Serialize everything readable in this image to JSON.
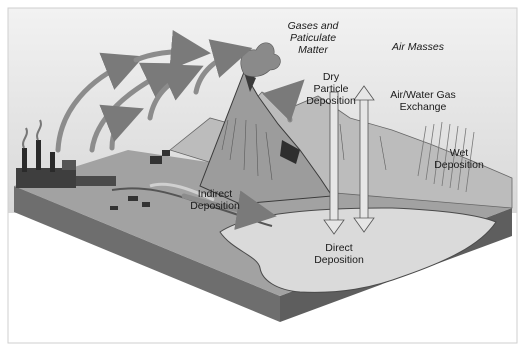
{
  "labels": {
    "gases_line1": "Gases and",
    "gases_line2": "Paticulate",
    "gases_line3": "Matter",
    "air_masses": "Air Masses",
    "dry_line1": "Dry",
    "dry_line2": "Particle",
    "dry_line3": "Deposition",
    "exchange_line1": "Air/Water Gas",
    "exchange_line2": "Exchange",
    "wet_line1": "Wet",
    "wet_line2": "Deposition",
    "indirect_line1": "Indirect",
    "indirect_line2": "Deposition",
    "direct_line1": "Direct",
    "direct_line2": "Deposition"
  },
  "colors": {
    "background": "#ffffff",
    "sky": "#e8e8e8",
    "block_top": "#9a9a9a",
    "block_side": "#6e6e6e",
    "water": "#d9d9d9",
    "mountain": "#b5b5b5",
    "arrow": "#8c8c8c",
    "text": "#1a1a1a"
  }
}
